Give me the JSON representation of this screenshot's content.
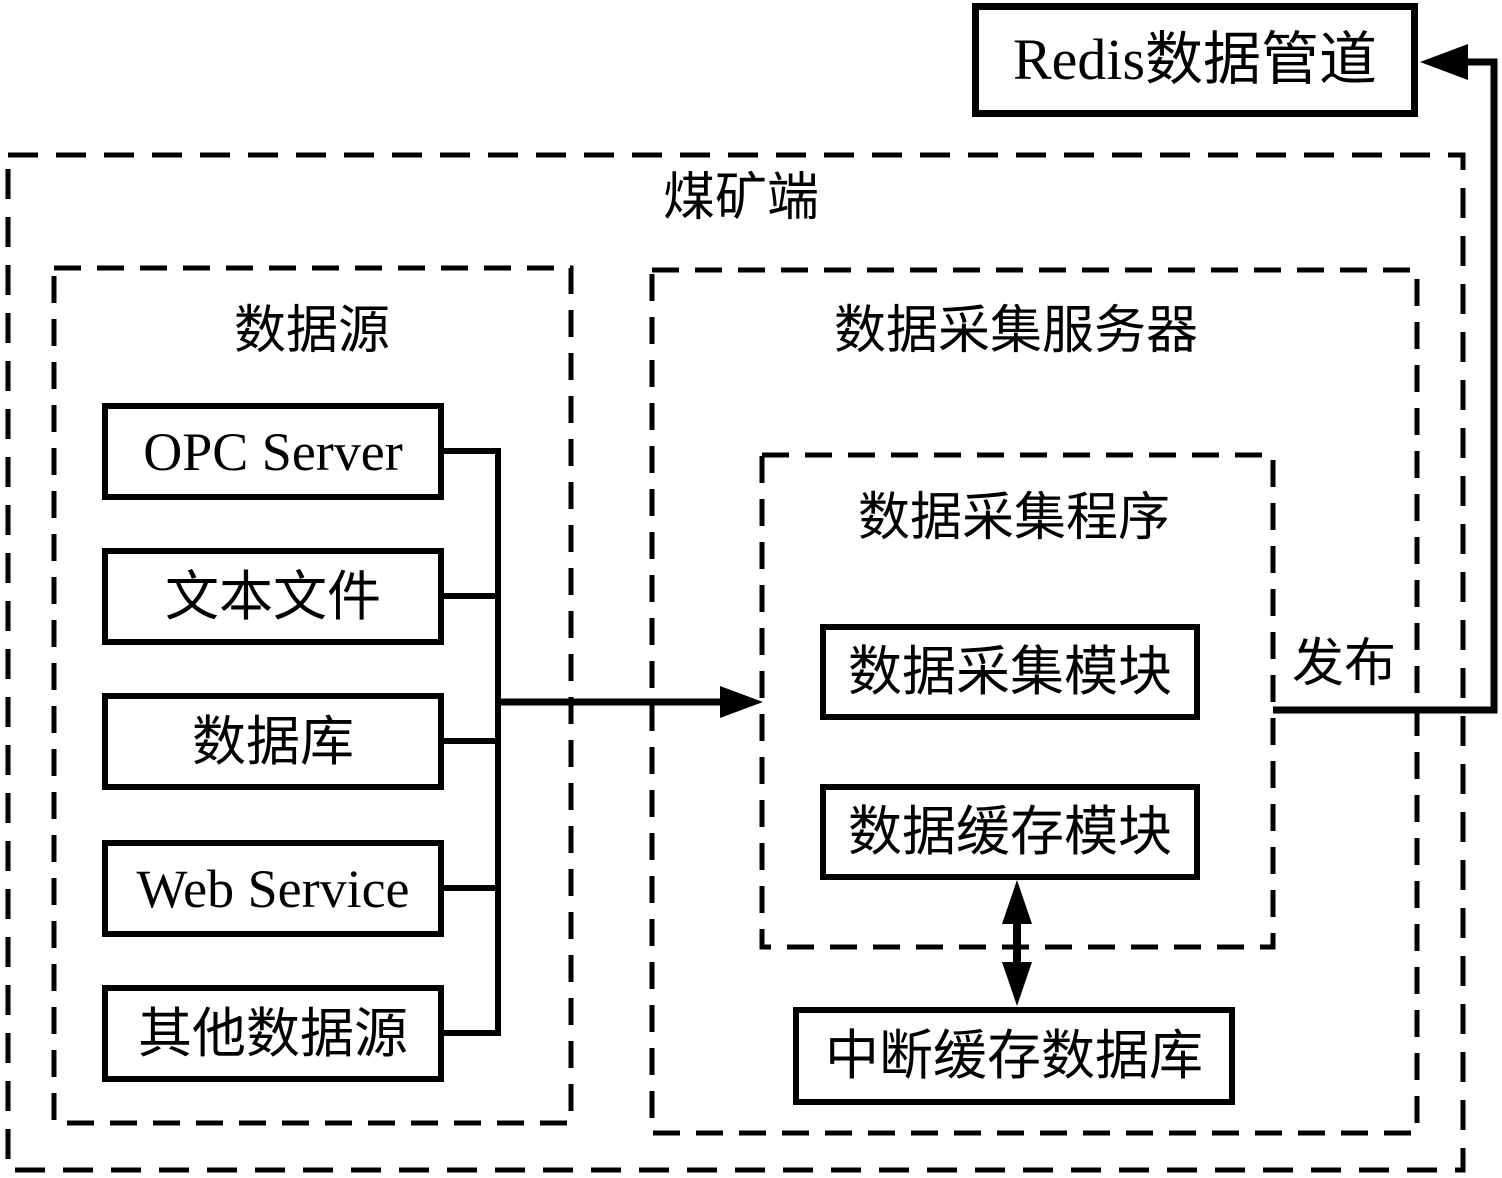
{
  "diagram": {
    "colors": {
      "line": "#000000",
      "background": "#ffffff"
    },
    "redis_pipeline": {
      "label": "Redis数据管道"
    },
    "coal_mine_side": {
      "label": "煤矿端",
      "publish_label": "发布",
      "data_sources": {
        "title": "数据源",
        "items": [
          "OPC Server",
          "文本文件",
          "数据库",
          "Web Service",
          "其他数据源"
        ]
      },
      "collection_server": {
        "title": "数据采集服务器",
        "collection_program": {
          "title": "数据采集程序",
          "modules": [
            "数据采集模块",
            "数据缓存模块"
          ]
        },
        "interrupt_cache_db": "中断缓存数据库"
      }
    }
  }
}
